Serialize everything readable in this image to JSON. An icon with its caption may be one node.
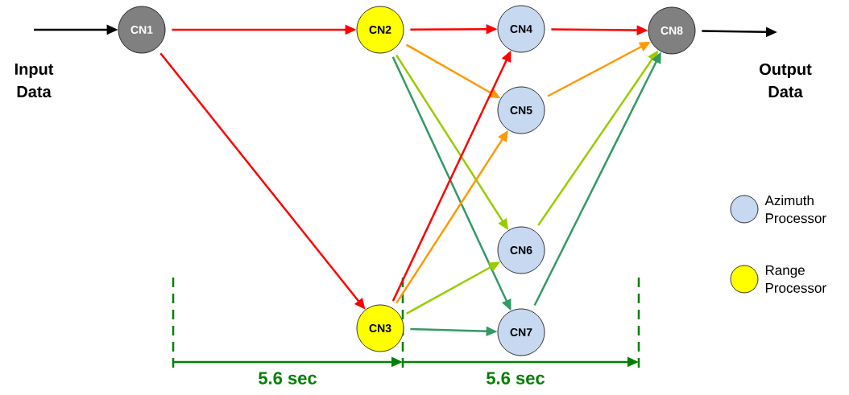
{
  "diagram": {
    "nodes": [
      {
        "text": [
          "CN1"
        ]
      },
      {
        "text": [
          "CN2"
        ]
      },
      {
        "text": [
          "CN3"
        ]
      },
      {
        "text": [
          "CN4"
        ]
      },
      {
        "text": [
          "CN5"
        ]
      },
      {
        "text": [
          "CN6"
        ]
      },
      {
        "text": [
          "CN7"
        ]
      },
      {
        "text": [
          "CN8"
        ]
      }
    ],
    "edges": [
      {
        "from": null,
        "to": 0,
        "arrow": "to",
        "color": "#000000"
      },
      {
        "from": 0,
        "to": 1,
        "arrow": "to"
      },
      {
        "from": 0,
        "to": 2,
        "arrow": "to"
      },
      {
        "from": 1,
        "to": 3,
        "arrow": "to"
      },
      {
        "from": 1,
        "to": 4,
        "arrow": "to",
        "color": "#ff9900"
      },
      {
        "from": 1,
        "to": 5,
        "arrow": "to",
        "color": "#99cc00"
      },
      {
        "from": 1,
        "to": 6,
        "arrow": "to",
        "color": "#339966"
      },
      {
        "from": 2,
        "to": 3,
        "arrow": "to"
      },
      {
        "from": 2,
        "to": 4,
        "arrow": "to",
        "color": "#ff9900"
      },
      {
        "from": 2,
        "to": 5,
        "arrow": "to",
        "color": "#99cc00"
      },
      {
        "from": 2,
        "to": 6,
        "arrow": "to",
        "color": "#339966"
      },
      {
        "from": 3,
        "to": 7,
        "arrow": "to"
      },
      {
        "from": 4,
        "to": 7,
        "arrow": "to",
        "color": "#ff9900"
      },
      {
        "from": 5,
        "to": 7,
        "arrow": "to",
        "color": "#99cc00"
      },
      {
        "from": 6,
        "to": 7,
        "arrow": "to",
        "color": "#339966"
      },
      {
        "from": 7,
        "to": null,
        "arrow": "to",
        "color": "#000000"
      }
    ],
    "labels": [
      "Input Data",
      "Output Data",
      "5.6 sec",
      "5.6 sec"
    ],
    "legend": [
      {
        "text": "Azimuth Processor",
        "color": "#c6d9f1"
      },
      {
        "text": "Range Processor",
        "color": "#ffff00"
      }
    ]
  }
}
